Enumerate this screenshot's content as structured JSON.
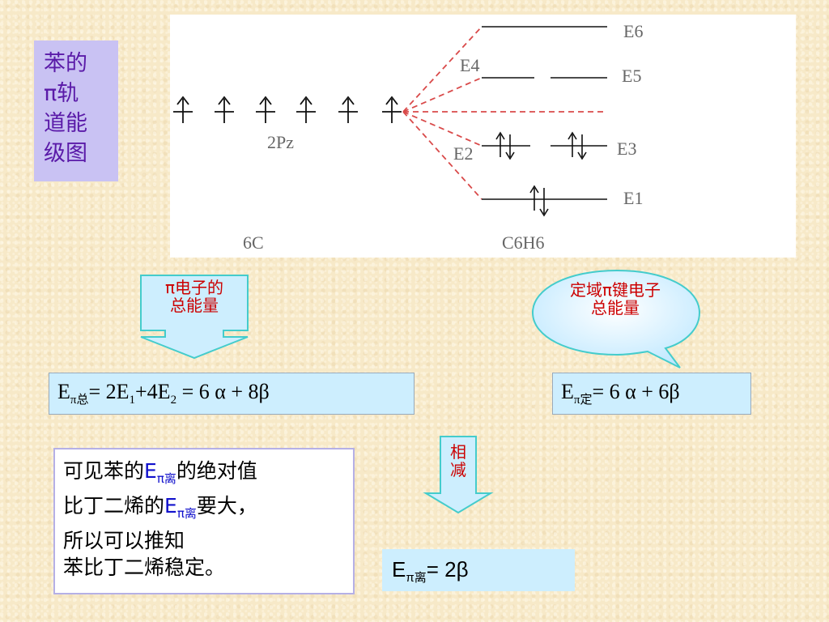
{
  "title": {
    "line1": "苯的",
    "line2_pi": "π",
    "line2_rest": "轨",
    "line3": "道能",
    "line4": "级图"
  },
  "diagram": {
    "left_label": "2Pz",
    "left_caption": "6C",
    "right_caption": "C6H6",
    "levels": {
      "e6": "E6",
      "e5": "E5",
      "e4": "E4",
      "e3": "E3",
      "e2": "E2",
      "e1": "E1"
    },
    "colors": {
      "dashed": "#d94a4a",
      "line": "#111111",
      "text": "#666666"
    }
  },
  "callout_left": {
    "line1": "π电子的",
    "line2": "总能量"
  },
  "callout_right": {
    "line1": "定域π键电子",
    "line2": "总能量"
  },
  "callout_subtract": {
    "line1": "相",
    "line2": "减"
  },
  "eq_total": {
    "e": "E",
    "sub": "π总",
    "rhs1": "= 2E",
    "sub1": "1",
    "rhs2": "+4E",
    "sub2": "2",
    "rhs3": " = 6 α + 8β"
  },
  "eq_local": {
    "e": "E",
    "sub": "π定",
    "rhs": "= 6 α + 6β"
  },
  "conclusion": {
    "l1a": "可见苯的",
    "l1e": "E",
    "l1sub": "π离",
    "l1b": "的绝对值",
    "l2a": "比丁二烯的",
    "l2e": "E",
    "l2sub": "π离",
    "l2b": "要大，",
    "l3": "所以可以推知",
    "l4": "苯比丁二烯稳定。"
  },
  "eq_final": {
    "e": "E",
    "sub": "π离",
    "rhs": "= 2β"
  }
}
